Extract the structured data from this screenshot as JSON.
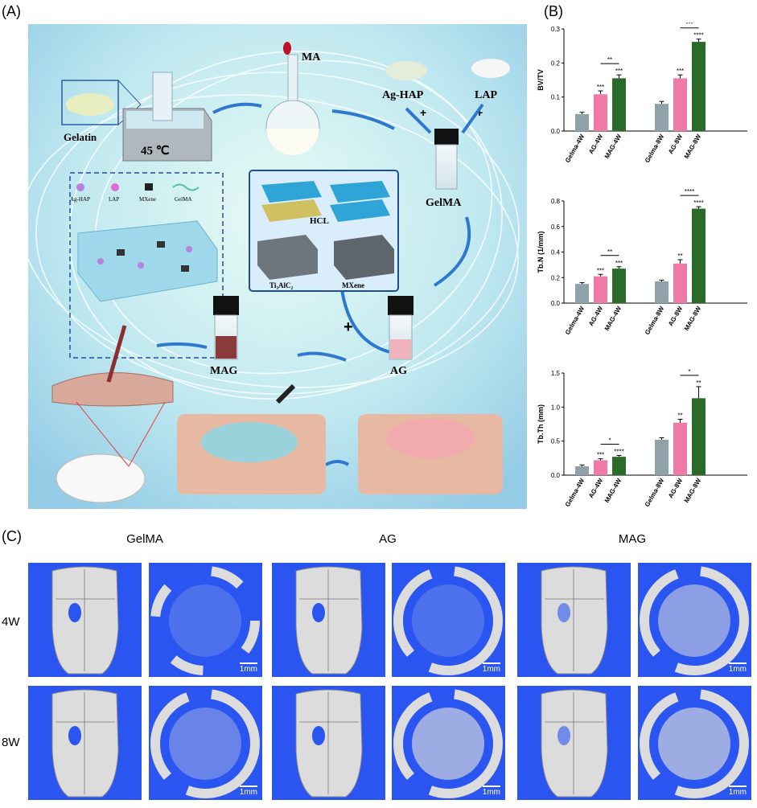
{
  "panel_labels": {
    "a": "(A)",
    "b": "(B)",
    "c": "(C)"
  },
  "schematic": {
    "gelatin": "Gelatin",
    "temperature": "45 ℃",
    "ma": "MA",
    "ag_hap": "Ag-HAP",
    "lap": "LAP",
    "plus": "+",
    "gelma": "GelMA",
    "legend": [
      "Ag-HAP",
      "LAP",
      "MXene",
      "GelMA"
    ],
    "ti3alc2": "Ti₃AlC₂",
    "hcl": "HCL",
    "mxene": "MXene",
    "mag": "MAG",
    "ag": "AG"
  },
  "colors": {
    "gelma": "#8fa2aa",
    "ag": "#f07aa6",
    "mag": "#2a6b2a",
    "ct_bg": "#2a55f0",
    "bone": "#dcdcdc"
  },
  "chart_data": [
    {
      "type": "bar",
      "ylabel": "BV/TV",
      "ylim": [
        0,
        0.3
      ],
      "yticks": [
        "0.0",
        "0.1",
        "0.2",
        "0.3"
      ],
      "categories": [
        "Gelma-4W",
        "AG-4W",
        "MAG-4W",
        "Gelma-8W",
        "AG-8W",
        "MAG-8W"
      ],
      "values": [
        0.05,
        0.108,
        0.155,
        0.08,
        0.155,
        0.262
      ],
      "errors": [
        0.005,
        0.01,
        0.01,
        0.007,
        0.01,
        0.008
      ],
      "stars": [
        "",
        "***",
        "***",
        "",
        "***",
        "****"
      ],
      "brackets": [
        {
          "from": 1,
          "to": 2,
          "label": "**"
        },
        {
          "from": 4,
          "to": 5,
          "label": "***"
        }
      ]
    },
    {
      "type": "bar",
      "ylabel": "Tb.N (1/mm)",
      "ylim": [
        0,
        0.8
      ],
      "yticks": [
        "0.0",
        "0.2",
        "0.4",
        "0.6",
        "0.8"
      ],
      "categories": [
        "Gelma-4W",
        "AG-4W",
        "MAG-4W",
        "Gelma-8W",
        "AG-8W",
        "MAG-8W"
      ],
      "values": [
        0.15,
        0.21,
        0.27,
        0.17,
        0.31,
        0.74
      ],
      "errors": [
        0.01,
        0.015,
        0.015,
        0.01,
        0.03,
        0.015
      ],
      "stars": [
        "",
        "***",
        "***",
        "",
        "**",
        "****"
      ],
      "brackets": [
        {
          "from": 1,
          "to": 2,
          "label": "**"
        },
        {
          "from": 4,
          "to": 5,
          "label": "****"
        }
      ]
    },
    {
      "type": "bar",
      "ylabel": "Tb.Th (mm)",
      "ylim": [
        0,
        1.5
      ],
      "yticks": [
        "0.0",
        "0.5",
        "1.0",
        "1.5"
      ],
      "categories": [
        "Gelma-4W",
        "AG-4W",
        "MAG-4W",
        "Gelma-8W",
        "AG-8W",
        "MAG-8W"
      ],
      "values": [
        0.13,
        0.22,
        0.27,
        0.52,
        0.77,
        1.13
      ],
      "errors": [
        0.02,
        0.02,
        0.02,
        0.03,
        0.05,
        0.17
      ],
      "stars": [
        "",
        "***",
        "****",
        "",
        "**",
        "**"
      ],
      "brackets": [
        {
          "from": 1,
          "to": 2,
          "label": "*"
        },
        {
          "from": 4,
          "to": 5,
          "label": "*"
        }
      ]
    }
  ],
  "microct": {
    "columns": [
      "GelMA",
      "AG",
      "MAG"
    ],
    "rows": [
      "4W",
      "8W"
    ],
    "scale_bar": "1mm"
  }
}
